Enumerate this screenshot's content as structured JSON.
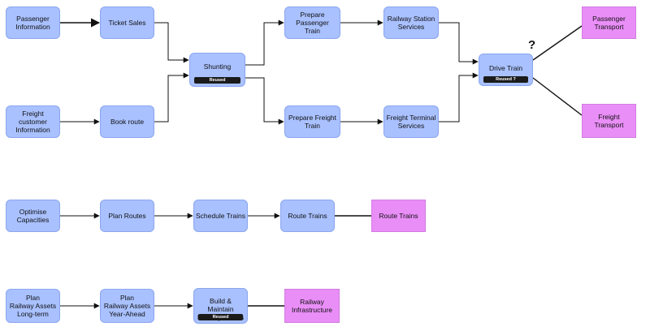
{
  "colors": {
    "process_fill": "#a9c1ff",
    "outcome_fill": "#e98ef7",
    "edge": "#111111"
  },
  "nodes": {
    "passenger_information": {
      "label": "Passenger\nInformation"
    },
    "ticket_sales": {
      "label": "Ticket Sales"
    },
    "freight_customer_information": {
      "label": "Freight customer\nInformation"
    },
    "book_route": {
      "label": "Book route"
    },
    "shunting": {
      "label": "Shunting",
      "badge": "Reused"
    },
    "prepare_passenger_train": {
      "label": "Prepare Passenger\nTrain"
    },
    "prepare_freight_train": {
      "label": "Prepare  Freight\nTrain"
    },
    "railway_station_services": {
      "label": "Railway Station\nServices"
    },
    "freight_terminal_services": {
      "label": "Freight Terminal\nServices"
    },
    "drive_train": {
      "label": "Drive Train",
      "badge": "Reused ?"
    },
    "passenger_transport": {
      "label": "Passenger\nTransport"
    },
    "freight_transport": {
      "label": "Freight Transport"
    },
    "optimise_capacities": {
      "label": "Optimise Capacities"
    },
    "plan_routes": {
      "label": "Plan Routes"
    },
    "schedule_trains": {
      "label": "Schedule Trains"
    },
    "route_trains_process": {
      "label": "Route Trains"
    },
    "route_trains_outcome": {
      "label": "Route Trains"
    },
    "plan_assets_long_term": {
      "label": "Plan\nRailway Assets\nLong-term"
    },
    "plan_assets_year_ahead": {
      "label": "Plan\nRailway Assets\nYear-Ahead"
    },
    "build_maintain_assets": {
      "label": "Build & Maintain\nRailway Assets",
      "badge": "Reused"
    },
    "railway_infrastructure": {
      "label": "Railway\nInfrastructure"
    }
  },
  "annotations": {
    "question_mark": "?"
  }
}
